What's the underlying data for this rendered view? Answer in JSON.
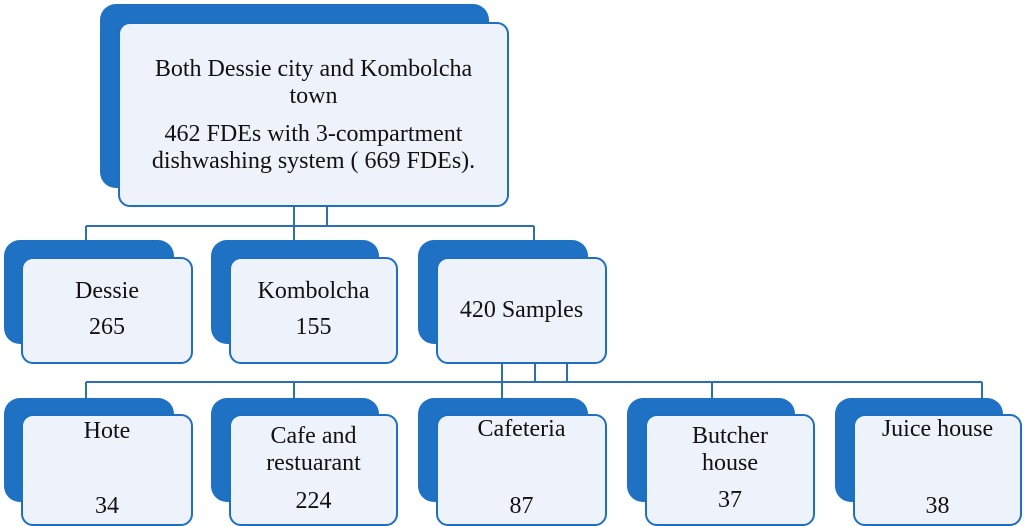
{
  "root": {
    "line1": "Both Dessie city and Kombolcha",
    "line2": "town",
    "line3": "462 FDEs with 3-compartment",
    "line4": "dishwashing system ( 669 FDEs)."
  },
  "level2": [
    {
      "label": "Dessie",
      "value": "265"
    },
    {
      "label": "Kombolcha",
      "value": "155"
    },
    {
      "label": "420 Samples"
    }
  ],
  "level3": [
    {
      "label": "Hote",
      "value": "34"
    },
    {
      "label_line1": "Cafe and",
      "label_line2": "restuarant",
      "value": "224"
    },
    {
      "label": "Cafeteria",
      "value": "87"
    },
    {
      "label_line1": "Butcher",
      "label_line2": "house",
      "value": "37"
    },
    {
      "label": "Juice house",
      "value": "38"
    }
  ],
  "colors": {
    "accent_dark": "#1f72c3",
    "box_fill": "#eef2fa",
    "border": "#1e6fbf",
    "connector": "#2e6eb5"
  }
}
